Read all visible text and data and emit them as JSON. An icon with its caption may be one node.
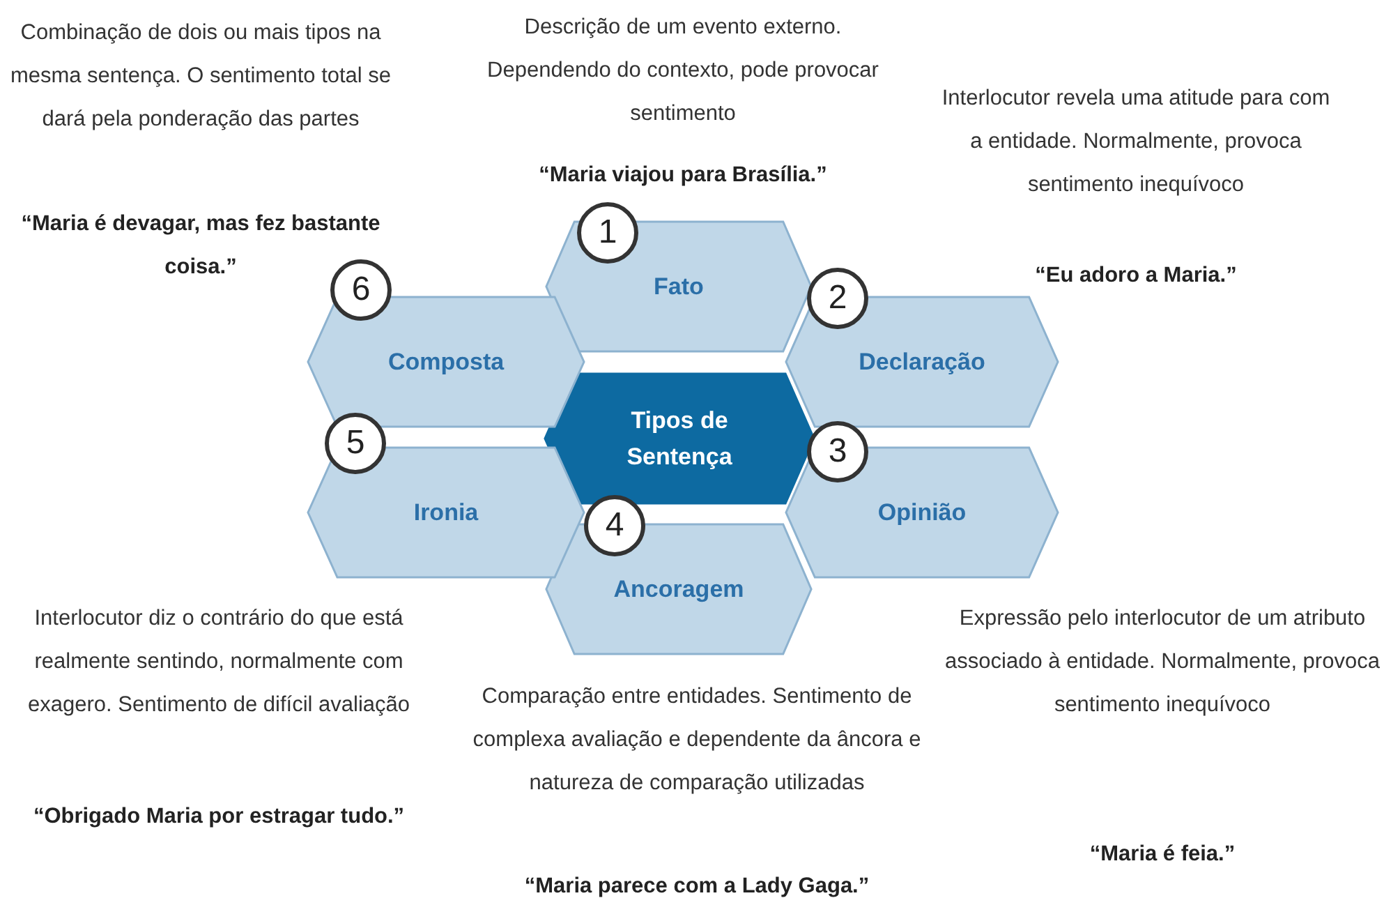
{
  "diagram": {
    "nodes": [
      {
        "text": [
          "Tipos de Sentença"
        ]
      },
      {
        "text": [
          "Fato"
        ]
      },
      {
        "text": [
          "Declaração"
        ]
      },
      {
        "text": [
          "Opinião"
        ]
      },
      {
        "text": [
          "Ancoragem"
        ]
      },
      {
        "text": [
          "Ironia"
        ]
      },
      {
        "text": [
          "Composta"
        ]
      },
      {
        "text": [
          "1"
        ]
      },
      {
        "text": [
          "2"
        ]
      },
      {
        "text": [
          "3"
        ]
      },
      {
        "text": [
          "4"
        ]
      },
      {
        "text": [
          "5"
        ]
      },
      {
        "text": [
          "6"
        ]
      }
    ],
    "labels": [
      "Combinação de dois ou mais tipos na mesma sentença. O sentimento total se dará pela ponderação das partes",
      "“Maria é devagar, mas fez bastante coisa.”",
      "Descrição de um evento externo. Dependendo do contexto, pode provocar sentimento",
      "“Maria viajou para Brasília.”",
      "Interlocutor revela uma atitude para com a entidade. Normalmente, provoca sentimento inequívoco",
      "“Eu adoro a Maria.”",
      "Interlocutor diz o contrário do que está realmente sentindo, normalmente com exagero. Sentimento de difícil avaliação",
      "“Obrigado Maria por estragar tudo.”",
      "Comparação entre entidades. Sentimento de complexa avaliação e dependente da âncora e natureza de comparação utilizadas",
      "“Maria parece com a Lady Gaga.”",
      "Expressão pelo interlocutor de um atributo associado à entidade. Normalmente, provoca sentimento inequívoco",
      "“Maria é feia.”"
    ]
  }
}
